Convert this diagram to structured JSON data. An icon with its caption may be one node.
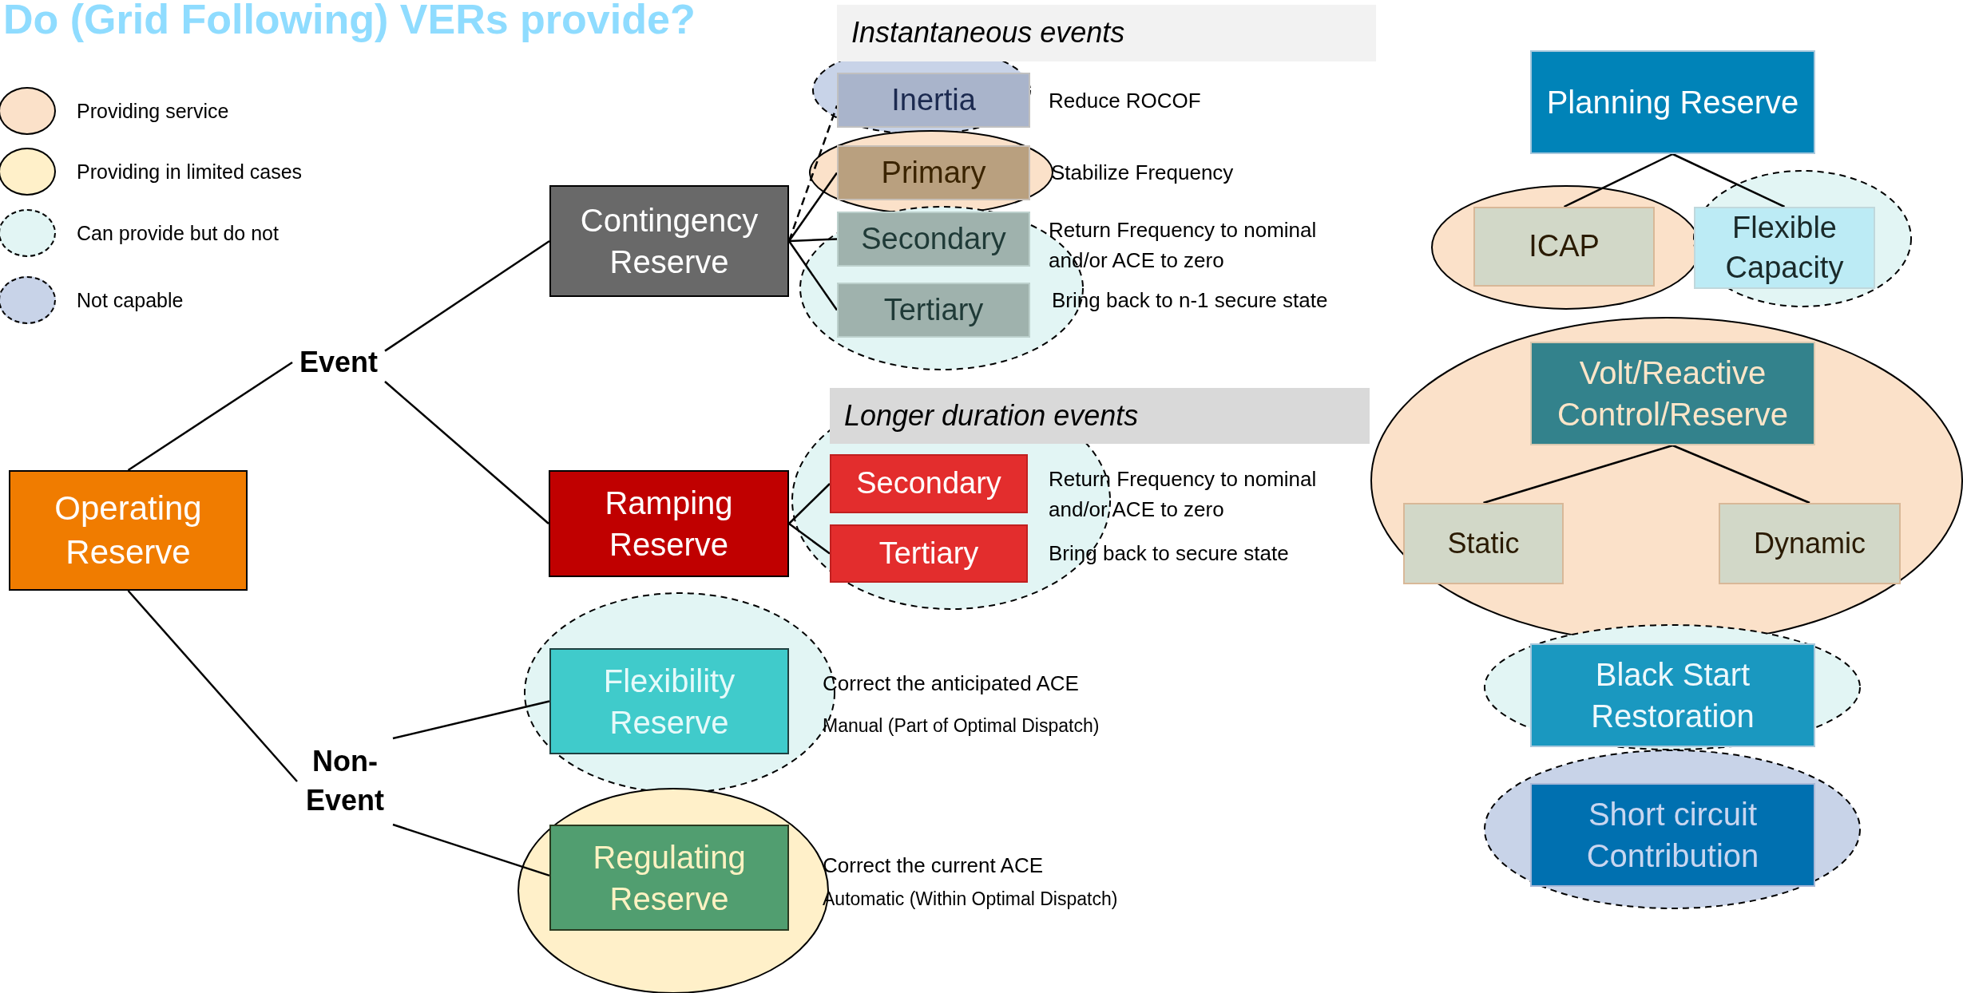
{
  "diagram": {
    "title": "Do (Grid Following) VERs provide?",
    "nodes": [
      {
        "text": [
          "Operating Reserve"
        ]
      },
      {
        "text": [
          "Event"
        ]
      },
      {
        "text": [
          "Non-Event"
        ]
      },
      {
        "text": [
          "Contingency Reserve"
        ]
      },
      {
        "text": [
          "Ramping Reserve"
        ]
      },
      {
        "text": [
          "Flexibility Reserve"
        ],
        "beside": [
          "Correct the anticipated ACE",
          "Manual (Part of Optimal Dispatch)"
        ]
      },
      {
        "text": [
          "Regulating Reserve"
        ],
        "beside": [
          "Correct the current ACE",
          "Automatic (Within Optimal Dispatch)"
        ]
      },
      {
        "text": [
          "Instantaneous events"
        ]
      },
      {
        "text": [
          "Inertia"
        ],
        "beside": [
          "Reduce ROCOF"
        ]
      },
      {
        "text": [
          "Primary"
        ],
        "beside": [
          "Stabilize Frequency"
        ]
      },
      {
        "text": [
          "Secondary"
        ],
        "beside": [
          "Return Frequency to nominal and/or ACE to zero"
        ]
      },
      {
        "text": [
          "Tertiary"
        ],
        "beside": [
          "Bring back to n-1 secure state"
        ]
      },
      {
        "text": [
          "Longer duration events"
        ]
      },
      {
        "text": [
          "Secondary"
        ],
        "beside": [
          "Return Frequency to nominal and/or ACE to zero"
        ]
      },
      {
        "text": [
          "Tertiary"
        ],
        "beside": [
          "Bring back to secure state"
        ]
      },
      {
        "text": [
          "Planning Reserve"
        ]
      },
      {
        "text": [
          "ICAP"
        ]
      },
      {
        "text": [
          "Flexible Capacity"
        ]
      },
      {
        "text": [
          "Volt/Reactive Control/Reserve"
        ]
      },
      {
        "text": [
          "Static"
        ]
      },
      {
        "text": [
          "Dynamic"
        ]
      },
      {
        "text": [
          "Black Start Restoration"
        ]
      },
      {
        "text": [
          "Short circuit Contribution"
        ]
      }
    ],
    "edges": [
      {
        "from": 0,
        "to": 1,
        "arrow": "none"
      },
      {
        "from": 0,
        "to": 2,
        "arrow": "none"
      },
      {
        "from": 1,
        "to": 3,
        "arrow": "none"
      },
      {
        "from": 1,
        "to": 4,
        "arrow": "none"
      },
      {
        "from": 2,
        "to": 5,
        "arrow": "none"
      },
      {
        "from": 2,
        "to": 6,
        "arrow": "none"
      },
      {
        "from": 3,
        "to": 8,
        "arrow": "none",
        "style": "dashed"
      },
      {
        "from": 3,
        "to": 9,
        "arrow": "none"
      },
      {
        "from": 3,
        "to": 10,
        "arrow": "none"
      },
      {
        "from": 3,
        "to": 11,
        "arrow": "none"
      },
      {
        "from": 4,
        "to": 13,
        "arrow": "none"
      },
      {
        "from": 4,
        "to": 14,
        "arrow": "none"
      },
      {
        "from": 15,
        "to": 16,
        "arrow": "none"
      },
      {
        "from": 15,
        "to": 17,
        "arrow": "none"
      },
      {
        "from": 18,
        "to": 19,
        "arrow": "none"
      },
      {
        "from": 18,
        "to": 20,
        "arrow": "none"
      }
    ],
    "legend": [
      {
        "text": "Providing service",
        "color": "#fbe1c9"
      },
      {
        "text": "Providing in limited cases",
        "color": "#fff0c9"
      },
      {
        "text": "Can provide but do not",
        "color": "#e2f5f4"
      },
      {
        "text": "Not capable",
        "color": "#c8d3e8"
      }
    ]
  }
}
